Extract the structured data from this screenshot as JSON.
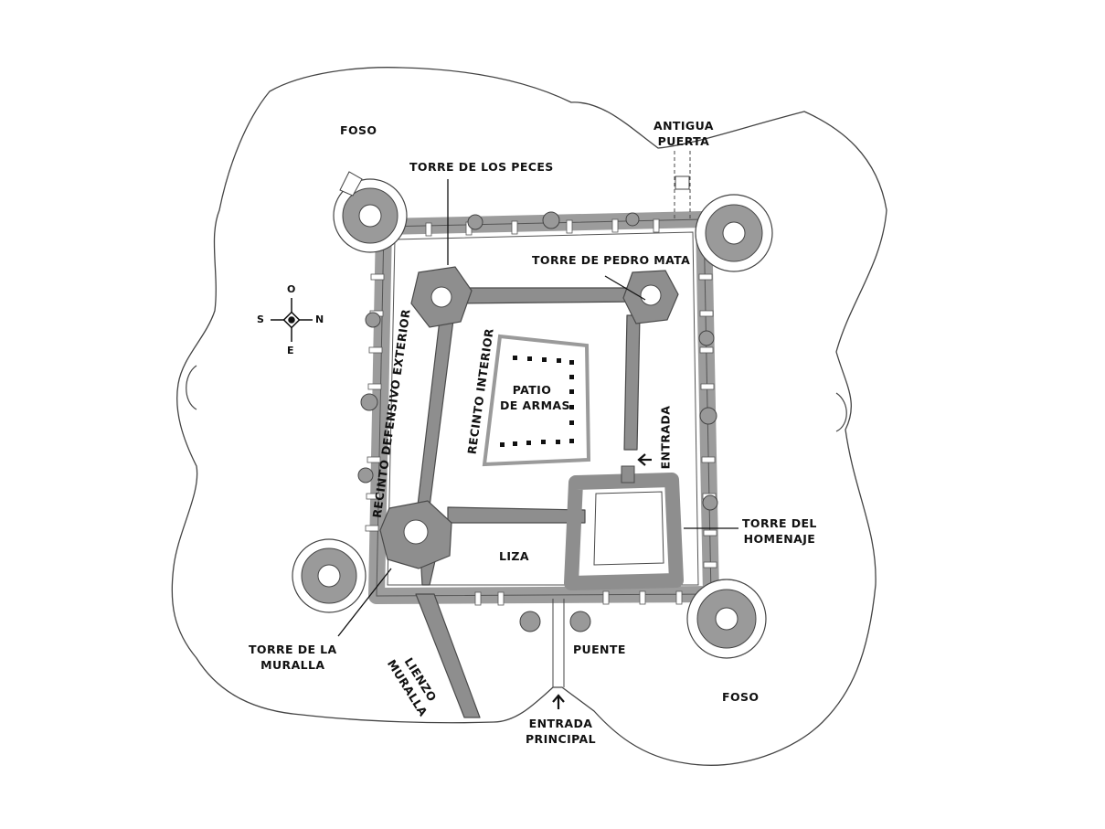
{
  "colors": {
    "wall_fill": "#8e8e8e",
    "wall_stroke": "#4a4a4a",
    "outline": "#444444",
    "background": "#ffffff"
  },
  "labels": {
    "foso_top": "FOSO",
    "antigua_puerta": [
      "ANTIGUA",
      "PUERTA"
    ],
    "torre_de_los_peces": "TORRE DE LOS PECES",
    "torre_de_pedro_mata": "TORRE DE PEDRO MATA",
    "recinto_defensivo_exterior": "RECINTO DEFENSIVO EXTERIOR",
    "recinto_interior": "RECINTO INTERIOR",
    "patio_de_armas": [
      "PATIO",
      "DE ARMAS"
    ],
    "entrada": "ENTRADA",
    "torre_del_homenaje": [
      "TORRE DEL",
      "HOMENAJE"
    ],
    "liza": "LIZA",
    "torre_de_la_muralla": [
      "TORRE DE LA",
      "MURALLA"
    ],
    "lienzo_muralla": [
      "LIENZO",
      "MURALLA"
    ],
    "puente": "PUENTE",
    "foso_bottom": "FOSO",
    "entrada_principal": [
      "ENTRADA",
      "PRINCIPAL"
    ]
  },
  "compass": {
    "top": "O",
    "left": "S",
    "right": "N",
    "bottom": "E"
  },
  "icons": [
    "compass-rose-icon",
    "arrow-up-icon",
    "arrow-left-icon"
  ]
}
